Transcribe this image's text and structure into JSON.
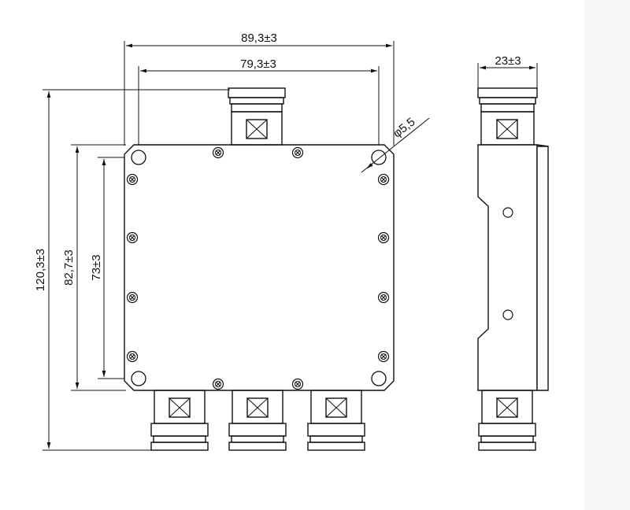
{
  "front_view": {
    "dims": {
      "overall_width": "89,3±3",
      "hole_spacing": "79,3±3",
      "overall_height": "120,3±3",
      "body_height": "82,7±3",
      "hole_vertical_spacing": "73±3",
      "hole_diameter": "φ5,5"
    },
    "connectors": {
      "input_count": 1,
      "output_count": 3
    }
  },
  "side_view": {
    "dims": {
      "thickness": "23±3"
    }
  },
  "colors": {
    "line": "#111111",
    "background": "#ffffff",
    "margin_strip": "#f7f7f7"
  }
}
